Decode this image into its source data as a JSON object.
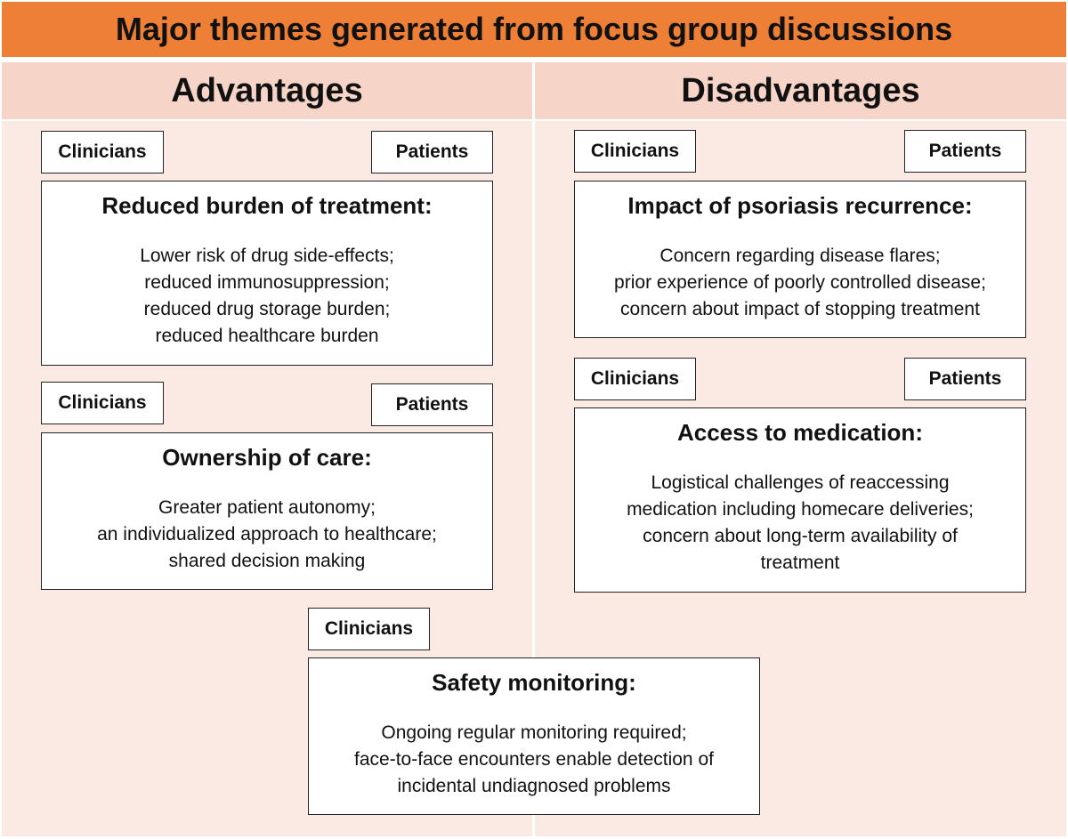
{
  "title": "Major themes generated from focus group discussions",
  "columns": {
    "advantages": "Advantages",
    "disadvantages": "Disadvantages"
  },
  "tags": {
    "clinicians": "Clinicians",
    "patients": "Patients"
  },
  "themes": {
    "reduced_burden": {
      "title": "Reduced burden of treatment:",
      "lines": [
        "Lower risk of drug side-effects;",
        "reduced immunosuppression;",
        "reduced drug storage burden;",
        "reduced healthcare burden"
      ]
    },
    "ownership": {
      "title": "Ownership of care:",
      "lines": [
        "Greater patient autonomy;",
        "an individualized approach to healthcare;",
        "shared decision making"
      ]
    },
    "recurrence": {
      "title": "Impact of psoriasis recurrence:",
      "lines": [
        "Concern regarding disease flares;",
        "prior experience of poorly controlled disease;",
        "concern about impact of stopping treatment"
      ]
    },
    "access": {
      "title": "Access to medication:",
      "lines": [
        "Logistical challenges of reaccessing",
        "medication including homecare deliveries;",
        "concern about long-term availability of",
        "treatment"
      ]
    },
    "safety": {
      "title": "Safety monitoring:",
      "lines": [
        "Ongoing regular monitoring required;",
        "face-to-face encounters enable detection of",
        "incidental undiagnosed problems"
      ]
    }
  }
}
